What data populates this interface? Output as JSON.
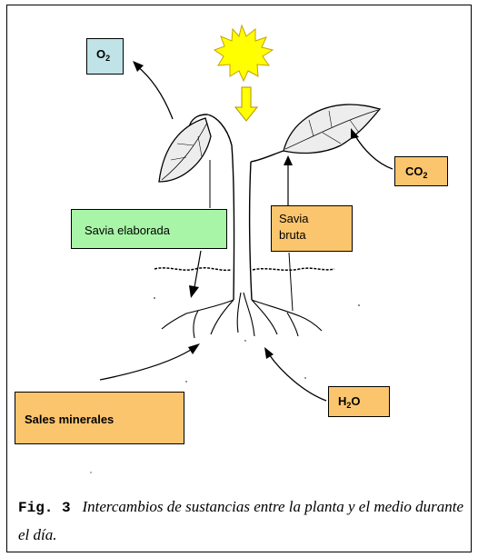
{
  "labels": {
    "o2": {
      "main": "O",
      "sub": "2"
    },
    "co2": {
      "main": "CO",
      "sub": "2"
    },
    "savia_elaborada": "Savia elaborada",
    "savia_bruta_line1": "Savia",
    "savia_bruta_line2": "bruta",
    "sales_minerales": "Sales minerales",
    "h2o": {
      "pre": "H",
      "sub": "2",
      "post": "O"
    }
  },
  "caption": {
    "figure_label": "Fig. 3",
    "text": "Intercambios de sustancias entre la planta y el medio durante el día."
  },
  "colors": {
    "sun": "#ffff00",
    "light_arrow": "#ffff00",
    "o2_box": "#bfe3e6",
    "green_box": "#a8f5a8",
    "orange_box": "#fbc56e"
  }
}
